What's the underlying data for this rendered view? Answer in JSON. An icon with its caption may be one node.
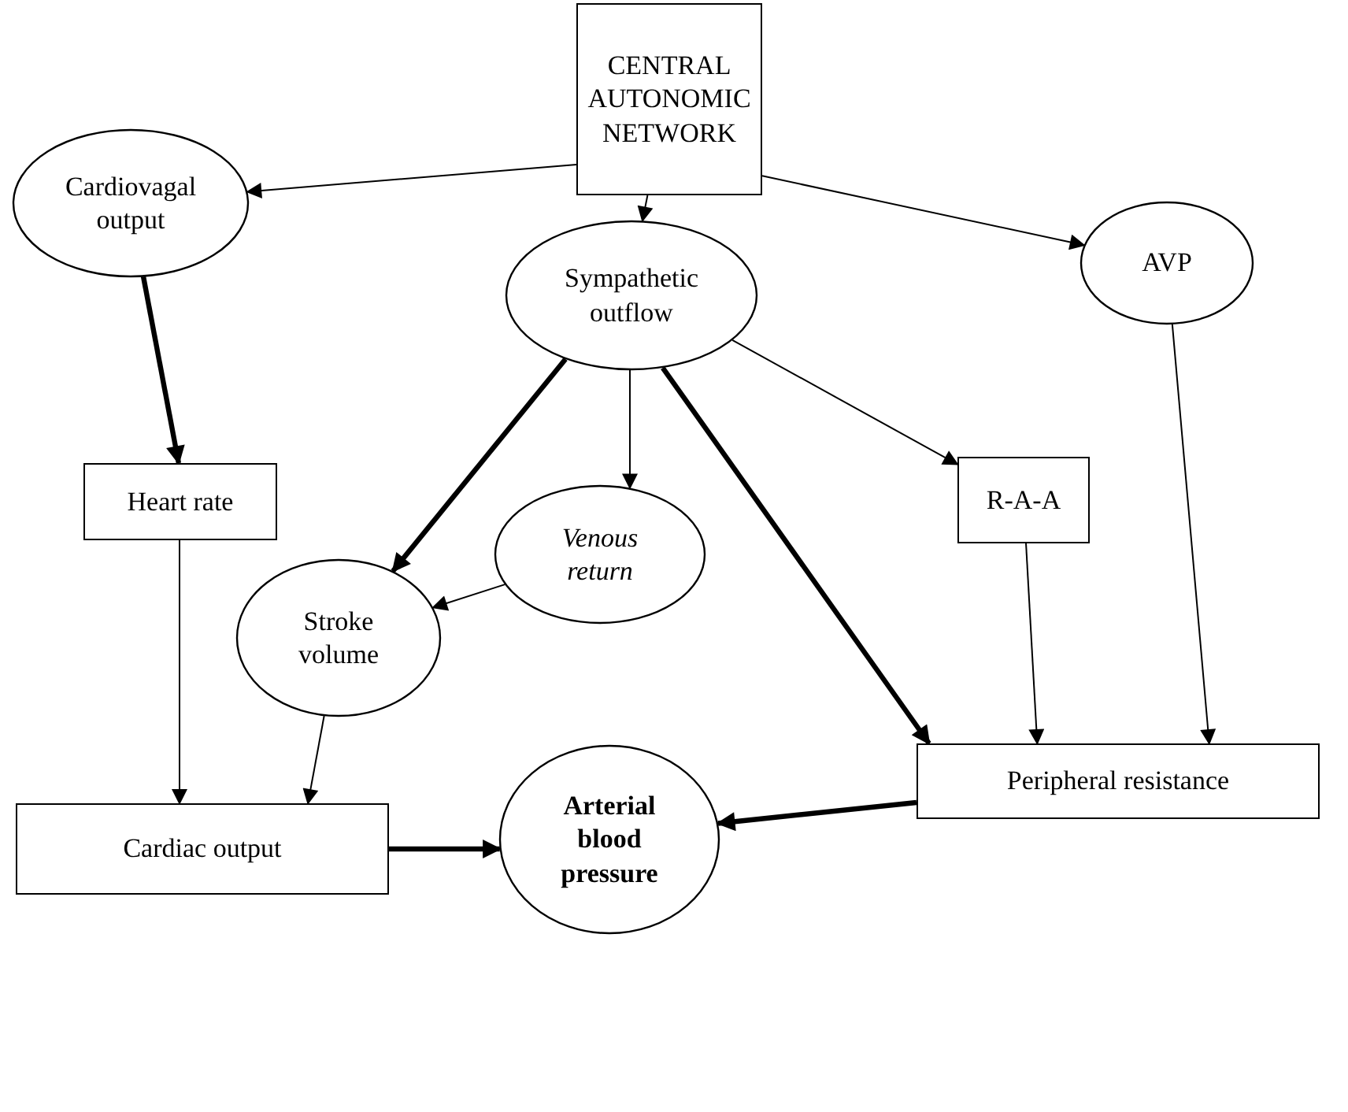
{
  "diagram": {
    "nodes": [
      {
        "text": [
          "CENTRAL AUTONOMIC NETWORK"
        ]
      },
      {
        "text": [
          "Cardiovagal output"
        ]
      },
      {
        "text": [
          "AVP"
        ]
      },
      {
        "text": [
          "Sympathetic outflow"
        ]
      },
      {
        "text": [
          "Heart rate"
        ]
      },
      {
        "text": [
          "R-A-A"
        ]
      },
      {
        "text": [
          "Venous return"
        ]
      },
      {
        "text": [
          "Stroke volume"
        ]
      },
      {
        "text": [
          "Cardiac output"
        ]
      },
      {
        "text": [
          "Arterial blood pressure"
        ]
      },
      {
        "text": [
          "Peripheral resistance"
        ]
      }
    ],
    "edges": [
      {
        "from": 0,
        "to": 1,
        "arrow": "to"
      },
      {
        "from": 0,
        "to": 3,
        "arrow": "to"
      },
      {
        "from": 0,
        "to": 2,
        "arrow": "to"
      },
      {
        "from": 1,
        "to": 4,
        "arrow": "to",
        "style": "thick"
      },
      {
        "from": 3,
        "to": 5,
        "arrow": "to"
      },
      {
        "from": 3,
        "to": 6,
        "arrow": "to"
      },
      {
        "from": 3,
        "to": 7,
        "arrow": "to",
        "style": "thick"
      },
      {
        "from": 3,
        "to": 10,
        "arrow": "to",
        "style": "thick"
      },
      {
        "from": 6,
        "to": 7,
        "arrow": "to"
      },
      {
        "from": 4,
        "to": 8,
        "arrow": "to"
      },
      {
        "from": 7,
        "to": 8,
        "arrow": "to"
      },
      {
        "from": 5,
        "to": 10,
        "arrow": "to"
      },
      {
        "from": 2,
        "to": 10,
        "arrow": "to"
      },
      {
        "from": 8,
        "to": 9,
        "arrow": "to",
        "style": "thick"
      },
      {
        "from": 10,
        "to": 9,
        "arrow": "to",
        "style": "thick"
      }
    ]
  }
}
